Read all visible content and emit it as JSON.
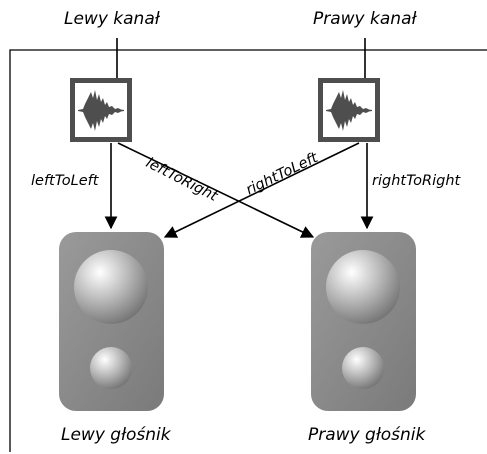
{
  "channels": {
    "left": "Lewy kanał",
    "right": "Prawy kanał"
  },
  "speakers": {
    "left": "Lewy głośnik",
    "right": "Prawy głośnik"
  },
  "connections": {
    "left_to_left": "leftToLeft",
    "left_to_right": "leftToRight",
    "right_to_left": "rightToLeft",
    "right_to_right": "rightToRight"
  },
  "icons": {
    "channel": "waveform-icon",
    "speaker": "speaker-icon"
  },
  "colors": {
    "stroke": "#000000",
    "waveform_frame": "#4e4e4e",
    "speaker_body": "#8a8a8a"
  }
}
